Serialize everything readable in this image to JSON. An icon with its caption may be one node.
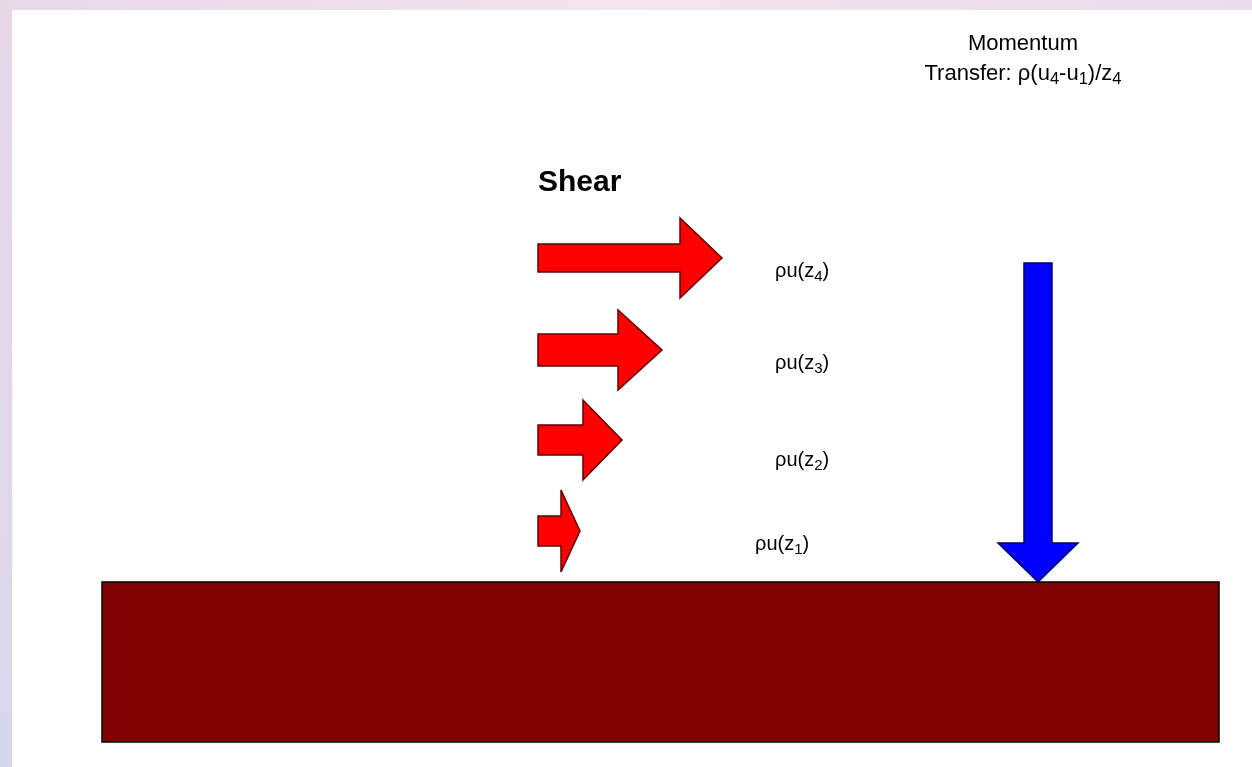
{
  "diagram": {
    "labels": [
      "Momentum Transfer: ρ(u$_{4}$-u$_{1}$)/z$_{4}$",
      "Shear",
      "ρu(z$_{4}$)",
      "ρu(z$_{3}$)",
      "ρu(z$_{2}$)",
      "ρu(z$_{1}$)"
    ]
  }
}
